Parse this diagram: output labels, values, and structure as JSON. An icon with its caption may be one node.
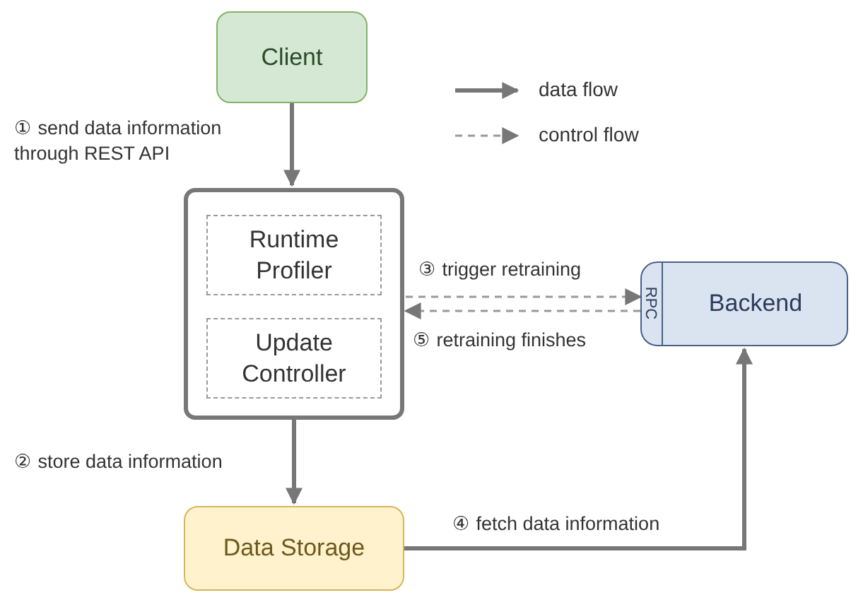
{
  "diagram": {
    "nodes": [
      {
        "text": [
          "Client"
        ]
      },
      {
        "text": [],
        "shape": "box"
      },
      {
        "text": [
          "Runtime Profiler"
        ],
        "in": 1
      },
      {
        "text": [
          "Update Controller"
        ],
        "in": 1
      },
      {
        "text": [
          "Data Storage"
        ]
      },
      {
        "text": [
          "Backend"
        ]
      },
      {
        "text": [
          "RPC"
        ],
        "in": 5
      }
    ],
    "edges": [
      {
        "from": 0,
        "to": 1,
        "arrow": "to",
        "label": "① send data information through REST API"
      },
      {
        "from": 1,
        "to": 4,
        "arrow": "to",
        "label": "② store data information"
      },
      {
        "from": 1,
        "to": 6,
        "arrow": "to",
        "label": "③ trigger retraining",
        "style": "dashed"
      },
      {
        "from": 6,
        "to": 1,
        "arrow": "to",
        "label": "⑤ retraining finishes",
        "style": "dashed"
      },
      {
        "from": 4,
        "to": 5,
        "arrow": "to",
        "label": "④ fetch data information"
      }
    ],
    "legend": [
      {
        "text": "data flow"
      },
      {
        "text": "control flow"
      }
    ]
  }
}
